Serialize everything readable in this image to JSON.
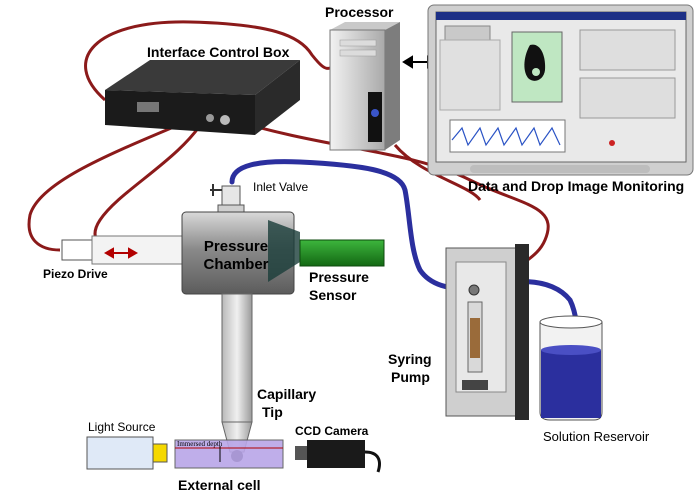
{
  "labels": {
    "processor": "Processor",
    "interface_control_box": "Interface Control Box",
    "data_monitoring": "Data and Drop Image Monitoring",
    "inlet_valve": "Inlet Valve",
    "pressure_chamber_1": "Pressure",
    "pressure_chamber_2": "Chamber",
    "pressure_sensor_1": "Pressure",
    "pressure_sensor_2": "Sensor",
    "piezo_drive": "Piezo Drive",
    "syringe_pump_1": "Syring",
    "syringe_pump_2": "Pump",
    "capillary_tip_1": "Capillary",
    "capillary_tip_2": "Tip",
    "light_source": "Light Source",
    "ccd_camera": "CCD Camera",
    "immersed_depth": "Immersed depth",
    "external_cell": "External cell",
    "solution_reservoir": "Solution Reservoir"
  },
  "colors": {
    "cable": "#8b1a1a",
    "tubing": "#2b2f9e",
    "sensor": "#1f8a1f",
    "liquid": "#2b2f9e",
    "light_source": "#dfe9f7",
    "light_lamp": "#f5d800"
  }
}
